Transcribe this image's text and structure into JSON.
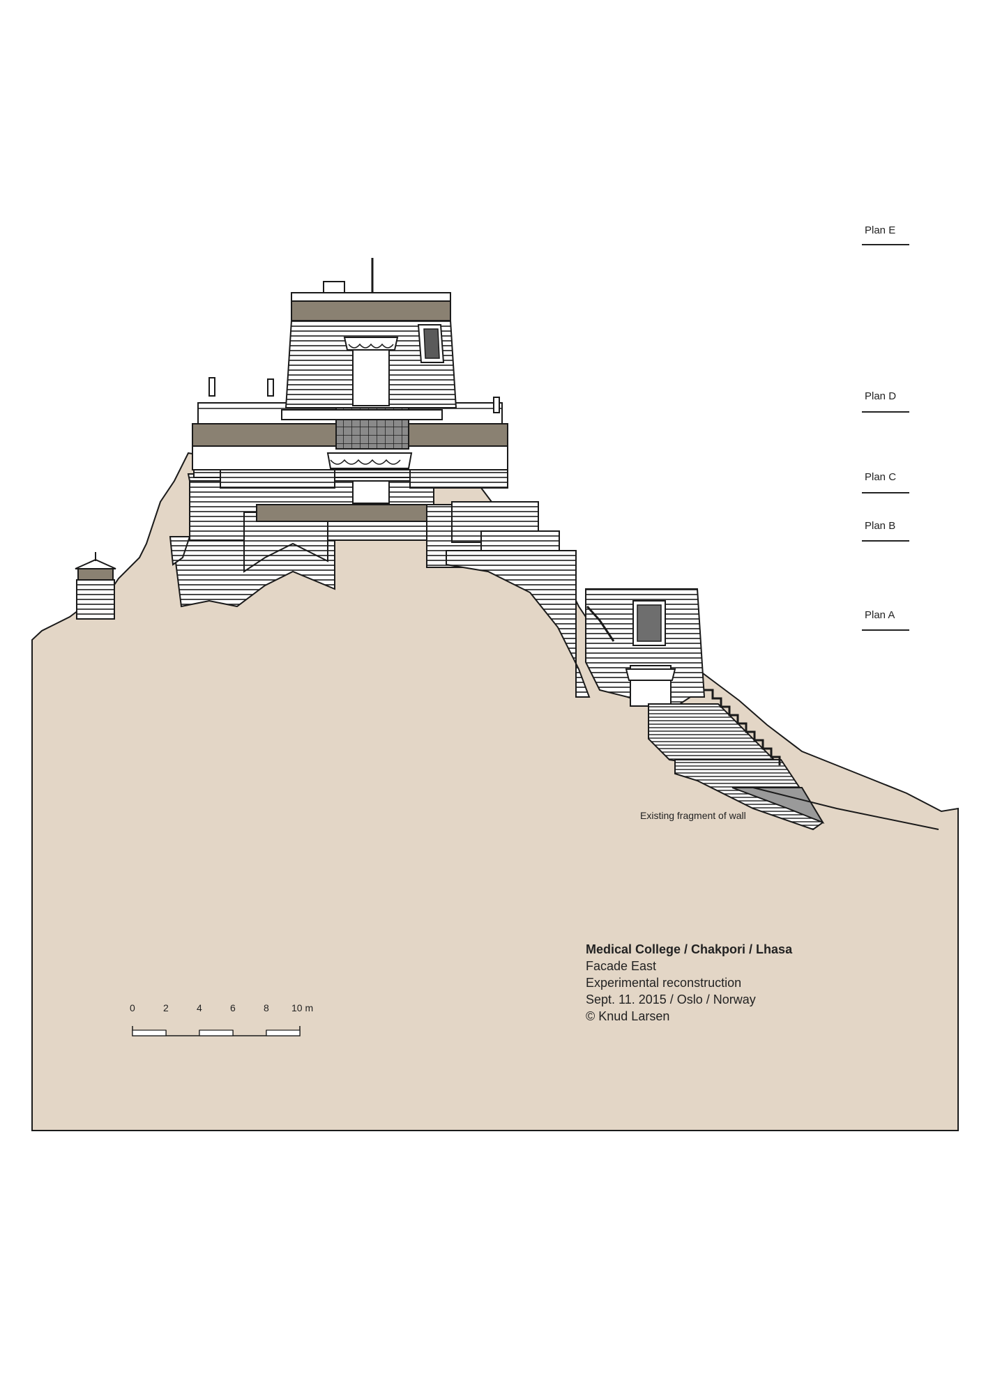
{
  "plans": [
    {
      "label": "Plan E"
    },
    {
      "label": "Plan D"
    },
    {
      "label": "Plan C"
    },
    {
      "label": "Plan B"
    },
    {
      "label": "Plan A"
    }
  ],
  "annotation": "Existing fragment of wall",
  "caption": {
    "title": "Medical College / Chakpori / Lhasa",
    "lines": [
      "Facade East",
      "Experimental reconstruction",
      "Sept. 11. 2015 / Oslo / Norway",
      "© Knud Larsen"
    ]
  },
  "scale": {
    "ticks": [
      "0",
      "2",
      "4",
      "6",
      "8",
      "10 m"
    ]
  },
  "colors": {
    "ground": "#e3d6c6",
    "band": "#8a8172",
    "ink": "#1a1a1a",
    "window": "#6e6e6e"
  }
}
